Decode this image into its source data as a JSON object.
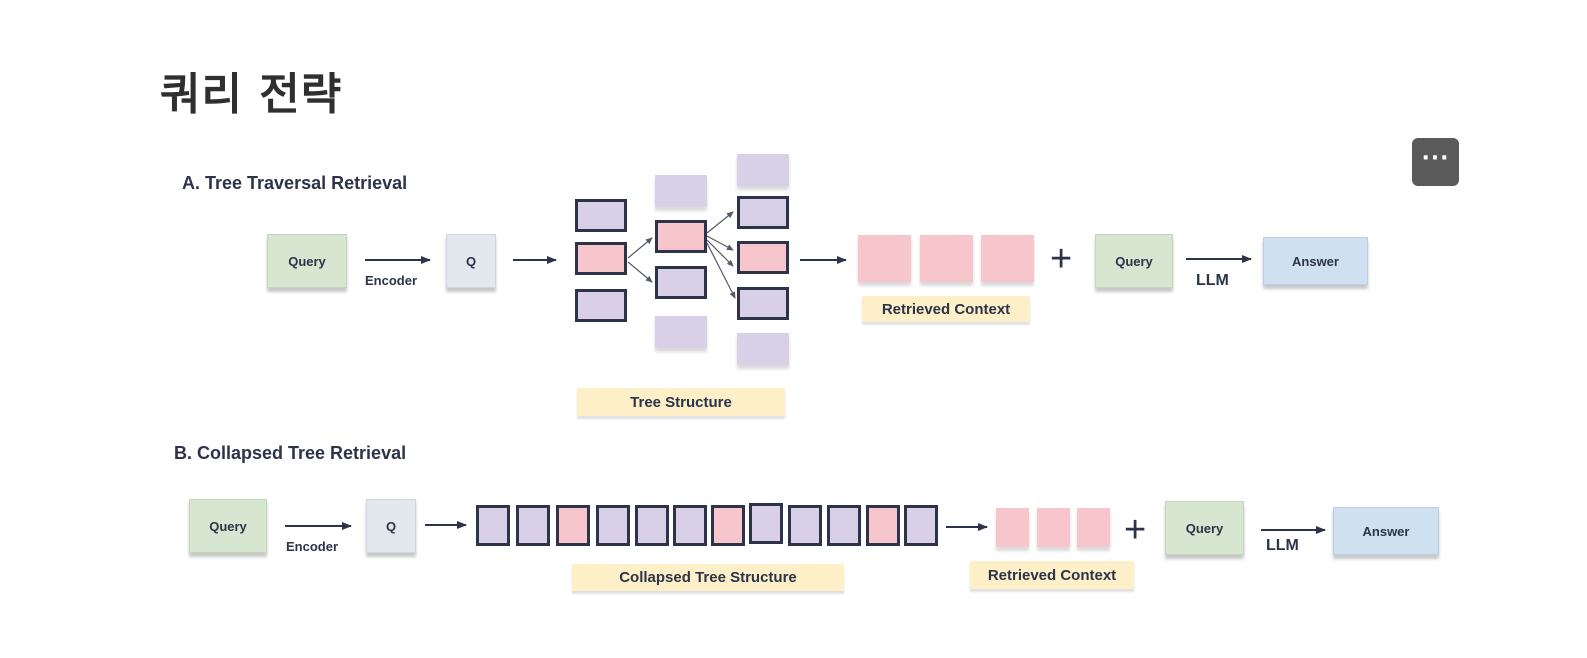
{
  "page": {
    "title": "쿼리 전략",
    "more_button_label": "···"
  },
  "diagram": {
    "section_a": {
      "title": "A.  Tree Traversal Retrieval",
      "query_label": "Query",
      "encoder_label": "Encoder",
      "q_label": "Q",
      "tree_structure_label": "Tree Structure",
      "retrieved_context_label": "Retrieved Context",
      "plus": "+",
      "query2_label": "Query",
      "llm_label": "LLM",
      "answer_label": "Answer"
    },
    "section_b": {
      "title": "B. Collapsed Tree Retrieval",
      "query_label": "Query",
      "encoder_label": "Encoder",
      "q_label": "Q",
      "collapsed_tree_label": "Collapsed Tree Structure",
      "retrieved_context_label": "Retrieved Context",
      "plus": "+",
      "query2_label": "Query",
      "llm_label": "LLM",
      "answer_label": "Answer"
    }
  },
  "colors": {
    "query_green": "#d6e6d0",
    "q_grey": "#e3e8ef",
    "answer_blue": "#cfe0f0",
    "node_purple": "#d8d0e6",
    "node_pink": "#f6c6cc",
    "label_yellow": "#fdf0c8",
    "ink": "#2d3348"
  }
}
